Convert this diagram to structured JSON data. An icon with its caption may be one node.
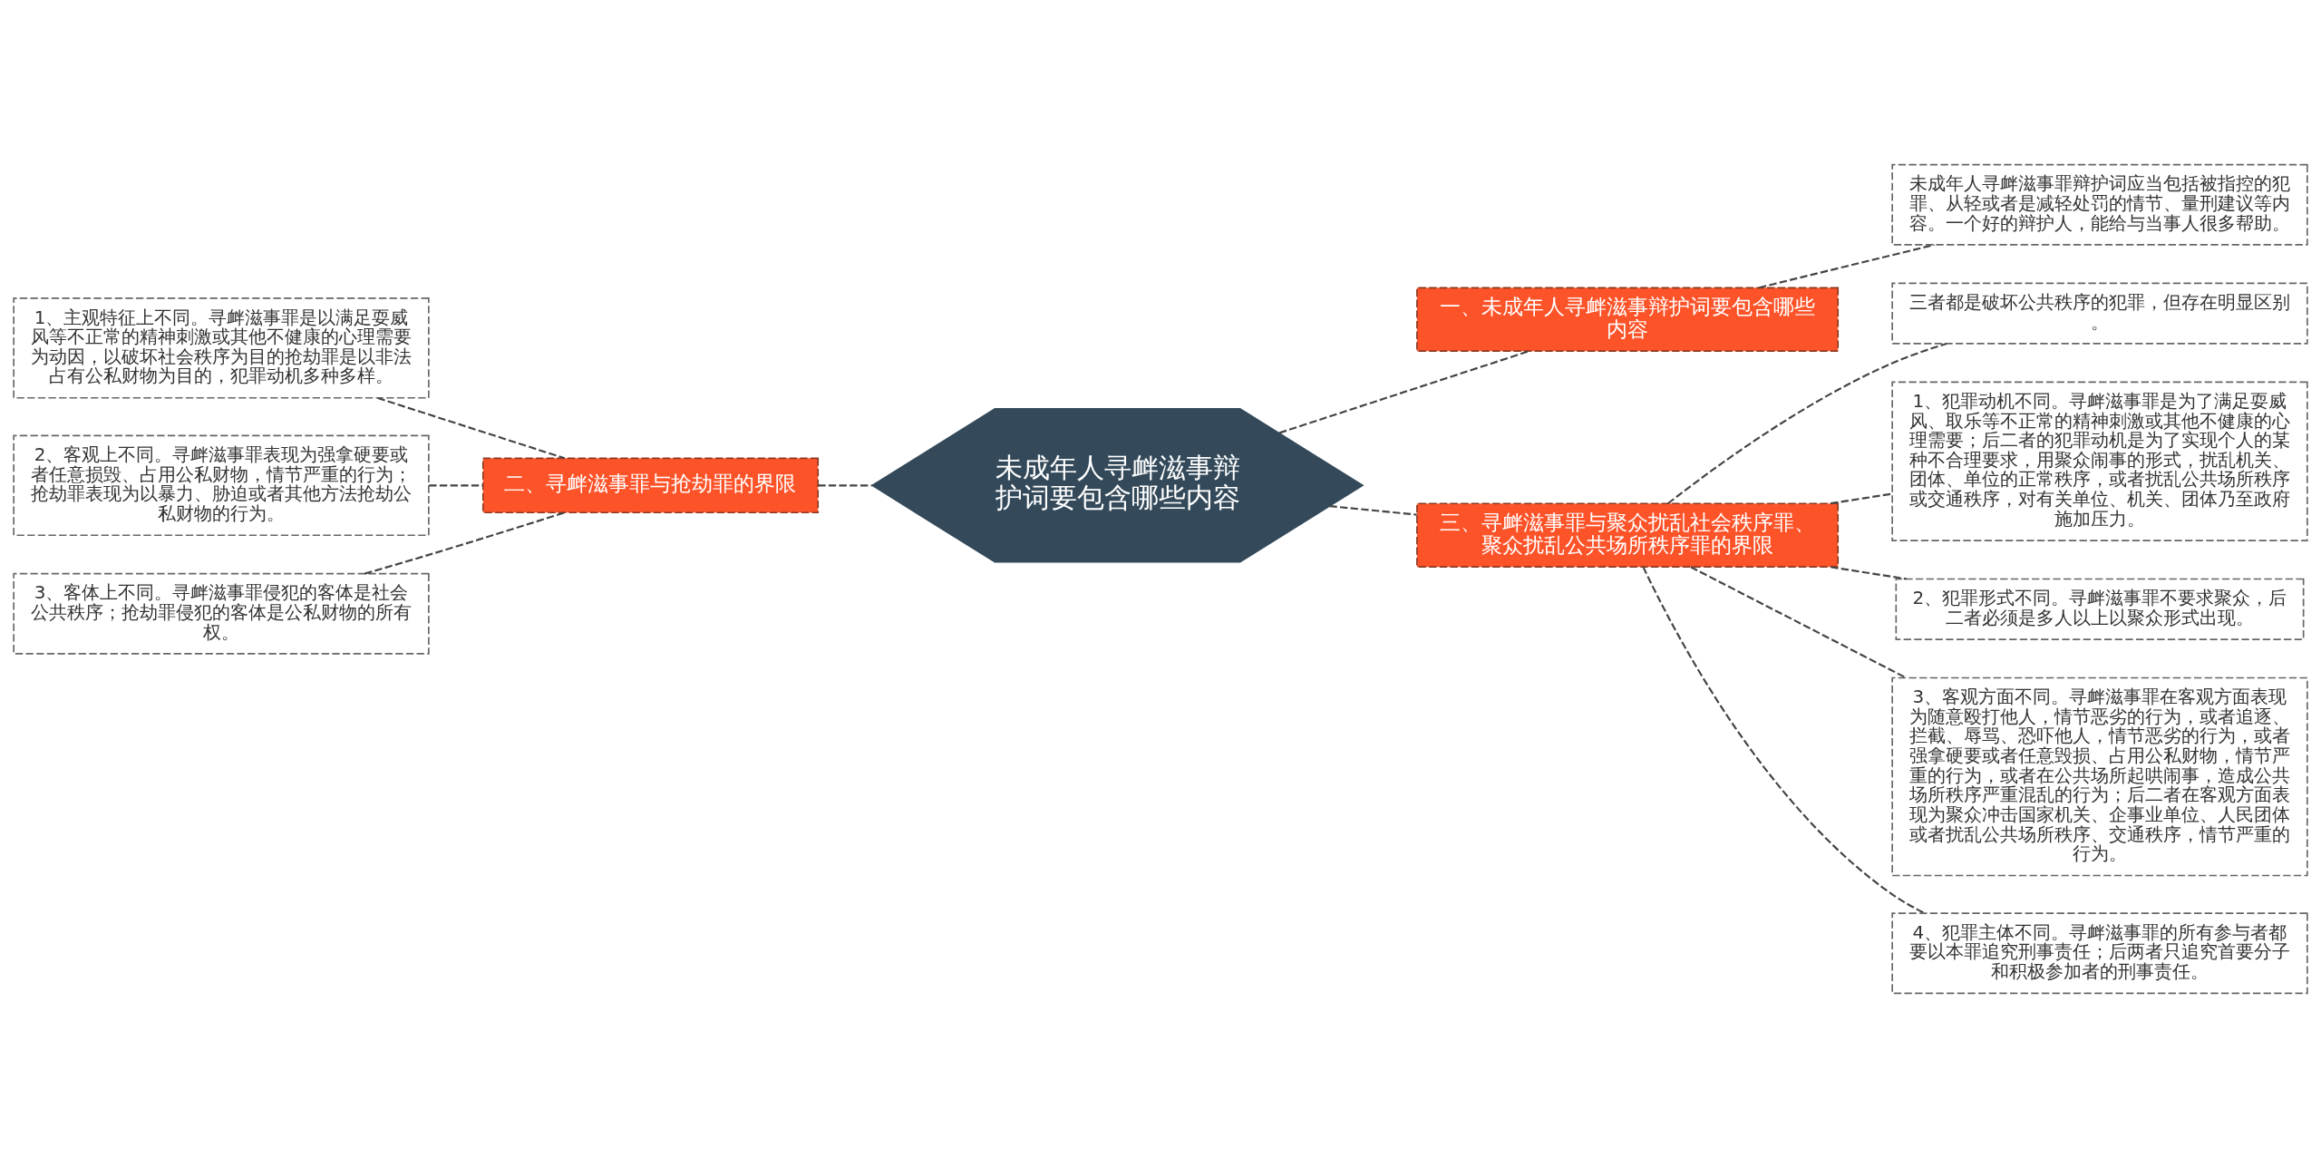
{
  "diagram": {
    "nodes": [
      {
        "text": [
          "未成年人寻衅滋事辩护词要包含哪些内容"
        ]
      },
      {
        "text": [
          "一、未成年人寻衅滋事辩护词要包含哪些内容"
        ]
      },
      {
        "text": [
          "未成年人寻衅滋事罪辩护词应当包括被指控的犯罪、从轻或者是减轻处罚的情节、量刑建议等内容。一个好的辩护人，能给与当事人很多帮助。"
        ]
      },
      {
        "text": [
          "二、寻衅滋事罪与抢劫罪的界限"
        ]
      },
      {
        "text": [
          "1、主观特征上不同。寻衅滋事罪是以满足耍威风等不正常的精神刺激或其他不健康的心理需要为动因，以破坏社会秩序为目的抢劫罪是以非法占有公私财物为目的，犯罪动机多种多样。"
        ]
      },
      {
        "text": [
          "2、客观上不同。寻衅滋事罪表现为强拿硬要或者任意损毁、占用公私财物，情节严重的行为；抢劫罪表现为以暴力、胁迫或者其他方法抢劫公私财物的行为。"
        ]
      },
      {
        "text": [
          "3、客体上不同。寻衅滋事罪侵犯的客体是社会公共秩序；抢劫罪侵犯的客体是公私财物的所有权。"
        ]
      },
      {
        "text": [
          "三、寻衅滋事罪与聚众扰乱社会秩序罪、聚众扰乱公共场所秩序罪的界限"
        ]
      },
      {
        "text": [
          "三者都是破坏公共秩序的犯罪，但存在明显区别。"
        ]
      },
      {
        "text": [
          "1、犯罪动机不同。寻衅滋事罪是为了满足耍威风、取乐等不正常的精神刺激或其他不健康的心理需要；后二者的犯罪动机是为了实现个人的某种不合理要求，用聚众闹事的形式，扰乱机关、团体、单位的正常秩序，或者扰乱公共场所秩序或交通秩序，对有关单位、机关、团体乃至政府施加压力。"
        ]
      },
      {
        "text": [
          "2、犯罪形式不同。寻衅滋事罪不要求聚众，后二者必须是多人以上以聚众形式出现。"
        ]
      },
      {
        "text": [
          "3、客观方面不同。寻衅滋事罪在客观方面表现为随意殴打他人，情节恶劣的行为，或者追逐、拦截、辱骂、恐吓他人，情节恶劣的行为，或者强拿硬要或者任意毁损、占用公私财物，情节严重的行为，或者在公共场所起哄闹事，造成公共场所秩序严重混乱的行为；后二者在客观方面表现为聚众冲击国家机关、企事业单位、人民团体或者扰乱公共场所秩序、交通秩序，情节严重的行为。"
        ]
      },
      {
        "text": [
          "4、犯罪主体不同。寻衅滋事罪的所有参与者都要以本罪追究刑事责任；后两者只追究首要分子和积极参加者的刑事责任。"
        ]
      }
    ],
    "edges": [
      {
        "from": 0,
        "to": 1,
        "arrow": "none",
        "style": "dashed"
      },
      {
        "from": 1,
        "to": 2,
        "arrow": "none",
        "style": "dashed"
      },
      {
        "from": 0,
        "to": 3,
        "arrow": "none",
        "style": "dashed"
      },
      {
        "from": 3,
        "to": 4,
        "arrow": "none",
        "style": "dashed"
      },
      {
        "from": 3,
        "to": 5,
        "arrow": "none",
        "style": "dashed"
      },
      {
        "from": 3,
        "to": 6,
        "arrow": "none",
        "style": "dashed"
      },
      {
        "from": 0,
        "to": 7,
        "arrow": "none",
        "style": "dashed"
      },
      {
        "from": 7,
        "to": 8,
        "arrow": "none",
        "style": "dashed"
      },
      {
        "from": 7,
        "to": 9,
        "arrow": "none",
        "style": "dashed"
      },
      {
        "from": 7,
        "to": 10,
        "arrow": "none",
        "style": "dashed"
      },
      {
        "from": 7,
        "to": 11,
        "arrow": "none",
        "style": "dashed"
      },
      {
        "from": 7,
        "to": 12,
        "arrow": "none",
        "style": "dashed"
      }
    ]
  }
}
